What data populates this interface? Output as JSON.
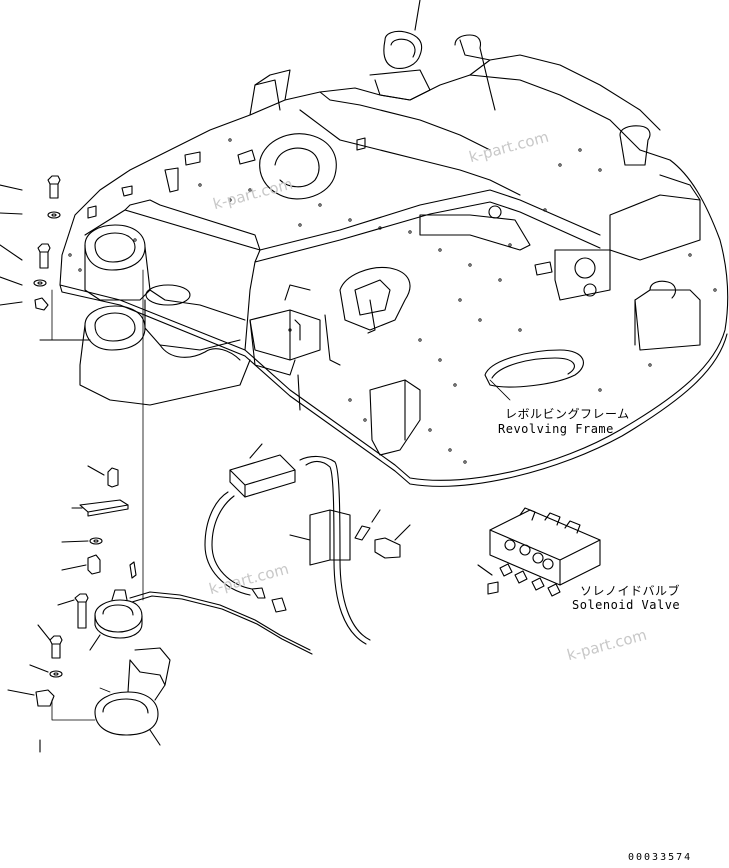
{
  "labels": {
    "revolving_frame_jp": "レボルビングフレーム",
    "revolving_frame_en": "Revolving Frame",
    "solenoid_valve_jp": "ソレノイドバルブ",
    "solenoid_valve_en": "Solenoid Valve"
  },
  "watermarks": [
    "k-part.com",
    "k-part.com",
    "k-part.com",
    "k-part.com"
  ],
  "drawing_code": "00033574",
  "colors": {
    "line": "#000000",
    "watermark": "#c8c8c8",
    "background": "#ffffff"
  }
}
